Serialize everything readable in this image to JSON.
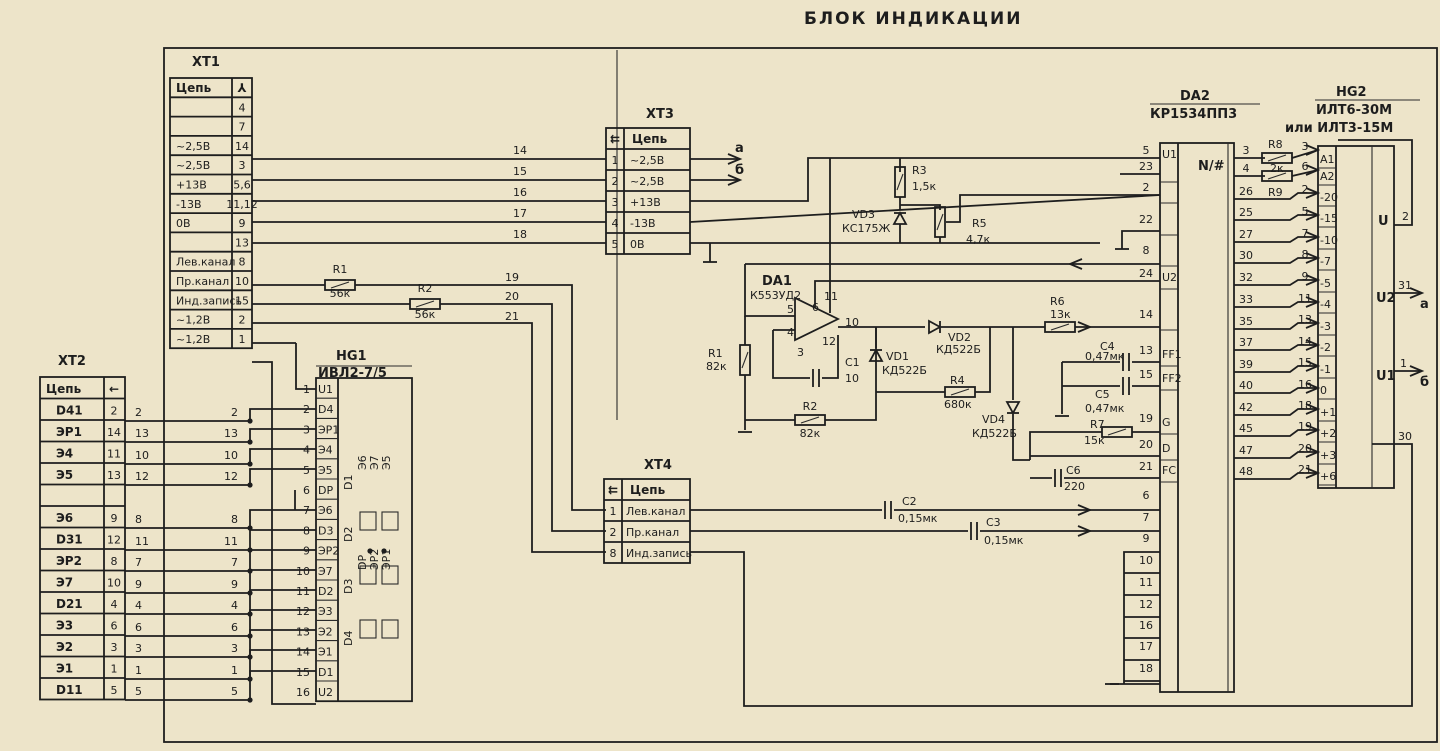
{
  "title": "БЛОК ИНДИКАЦИИ",
  "xt1": {
    "ref": "XT1",
    "header": [
      "Цепь",
      "⅄"
    ],
    "rows": [
      [
        "",
        "4"
      ],
      [
        "",
        "7"
      ],
      [
        "~2,5В",
        "14"
      ],
      [
        "~2,5В",
        "3"
      ],
      [
        "+13В",
        "5,6"
      ],
      [
        "-13В",
        "11,12"
      ],
      [
        "0В",
        "9"
      ],
      [
        "",
        "13"
      ],
      [
        "Лев.канал",
        "8"
      ],
      [
        "Пр.канал",
        "10"
      ],
      [
        "Инд.запись",
        "15"
      ],
      [
        "~1,2В",
        "2"
      ],
      [
        "~1,2В",
        "1"
      ]
    ]
  },
  "xt2": {
    "ref": "XT2",
    "header": [
      "Цепь",
      "←"
    ],
    "rows": [
      [
        "D41",
        "2"
      ],
      [
        "ЭР1",
        "14"
      ],
      [
        "Э4",
        "11"
      ],
      [
        "Э5",
        "13"
      ],
      [
        "",
        ""
      ],
      [
        "Э6",
        "9"
      ],
      [
        "D31",
        "12"
      ],
      [
        "ЭР2",
        "8"
      ],
      [
        "Э7",
        "10"
      ],
      [
        "D21",
        "4"
      ],
      [
        "Э3",
        "6"
      ],
      [
        "Э2",
        "3"
      ],
      [
        "Э1",
        "1"
      ],
      [
        "D11",
        "5"
      ]
    ]
  },
  "xt3": {
    "ref": "XT3",
    "header": [
      "⇇",
      "Цепь"
    ],
    "rows": [
      [
        "1",
        "~2,5В"
      ],
      [
        "2",
        "~2,5В"
      ],
      [
        "3",
        "+13В"
      ],
      [
        "4",
        "-13В"
      ],
      [
        "5",
        "0В"
      ]
    ],
    "outs": [
      "а",
      "б"
    ]
  },
  "xt4": {
    "ref": "XT4",
    "header": [
      "⇇",
      "Цепь"
    ],
    "rows": [
      [
        "1",
        "Лев.канал"
      ],
      [
        "2",
        "Пр.канал"
      ],
      [
        "8",
        "Инд.запись"
      ]
    ]
  },
  "hg1": {
    "ref": "HG1",
    "type": "ИВЛ2-7/5",
    "pins": [
      "U1",
      "D4",
      "ЭР1",
      "Э4",
      "Э5",
      "DP",
      "Э6",
      "D3",
      "ЭР2",
      "Э7",
      "D2",
      "Э3",
      "Э2",
      "Э1",
      "D1",
      "U2"
    ],
    "pin_numbers": [
      "1",
      "2",
      "3",
      "4",
      "5",
      "6",
      "7",
      "8",
      "9",
      "10",
      "11",
      "12",
      "13",
      "14",
      "15",
      "16"
    ],
    "digit_labels": [
      "D1",
      "D2",
      "D3",
      "D4",
      "Э6",
      "Э7",
      "Э5",
      "Э3",
      "Э4",
      "Э2",
      "Э1",
      "DP",
      "ЭР2",
      "ЭР1"
    ]
  },
  "wire_numbers_xt2": [
    "2",
    "13",
    "10",
    "12",
    "8",
    "11",
    "7",
    "9",
    "4",
    "6",
    "3",
    "1",
    "5"
  ],
  "wire_numbers_xt1": [
    "14",
    "15",
    "16",
    "17",
    "18",
    "19",
    "20",
    "21"
  ],
  "da2": {
    "ref": "DA2",
    "type": "КР1534ПП3",
    "func": "N/#",
    "left_pins": [
      {
        "num": "5",
        "label": "U1"
      },
      {
        "num": "23",
        "label": ""
      },
      {
        "num": "2",
        "label": ""
      },
      {
        "num": "22",
        "label": ""
      },
      {
        "num": "8",
        "label": ""
      },
      {
        "num": "24",
        "label": "U2"
      },
      {
        "num": "14",
        "label": ""
      },
      {
        "num": "13",
        "label": "FF1"
      },
      {
        "num": "15",
        "label": "FF2"
      },
      {
        "num": "19",
        "label": "G"
      },
      {
        "num": "20",
        "label": "D"
      },
      {
        "num": "21",
        "label": "FC"
      },
      {
        "num": "6",
        "label": ""
      },
      {
        "num": "7",
        "label": ""
      },
      {
        "num": "9",
        "label": ""
      },
      {
        "num": "10",
        "label": ""
      },
      {
        "num": "11",
        "label": ""
      },
      {
        "num": "12",
        "label": ""
      },
      {
        "num": "16",
        "label": ""
      },
      {
        "num": "17",
        "label": ""
      },
      {
        "num": "18",
        "label": ""
      }
    ],
    "right_pins": [
      "3",
      "4",
      "26",
      "25",
      "27",
      "30",
      "32",
      "33",
      "35",
      "37",
      "39",
      "40",
      "42",
      "45",
      "47",
      "48"
    ]
  },
  "hg2": {
    "ref": "HG2",
    "type": "ИЛТ6-30М",
    "alt": "или ИЛТ3-15М",
    "in_pins": [
      "3",
      "6",
      "2",
      "5",
      "7",
      "8",
      "9",
      "10",
      "11",
      "13",
      "14",
      "15",
      "16",
      "18",
      "19",
      "20",
      "21"
    ],
    "seg_labels": [
      "A1",
      "A2",
      "-20",
      "-15",
      "-10",
      "-7",
      "-5",
      "-4",
      "-3",
      "-2",
      "-1",
      "0",
      "+1",
      "+2",
      "+3",
      "+6"
    ],
    "right": {
      "u_pin": "2",
      "u2_pin": "31",
      "u1_pin": "1",
      "pin30": "30"
    },
    "right_labels": [
      "U",
      "U2",
      "U1"
    ],
    "outs": [
      "а",
      "б"
    ]
  },
  "da1": {
    "ref": "DA1",
    "type": "К553УД2",
    "pins": [
      "5",
      "4",
      "6",
      "11",
      "10",
      "3",
      "12"
    ]
  },
  "components": {
    "R1_left": {
      "ref": "R1",
      "value": "56к"
    },
    "R2_left": {
      "ref": "R2",
      "value": "56к"
    },
    "R3": {
      "ref": "R3",
      "value": "1,5к"
    },
    "R5": {
      "ref": "R5",
      "value": "4,7к"
    },
    "VD3": {
      "ref": "VD3",
      "value": "КС175Ж"
    },
    "R1": {
      "ref": "R1",
      "value": "82к"
    },
    "R2": {
      "ref": "R2",
      "value": "82к"
    },
    "C1": {
      "ref": "C1",
      "value": "10"
    },
    "VD1": {
      "ref": "VD1",
      "value": "КД522Б"
    },
    "VD2": {
      "ref": "VD2",
      "value": "КД522Б"
    },
    "VD4": {
      "ref": "VD4",
      "value": "КД522Б"
    },
    "R4": {
      "ref": "R4",
      "value": "680к"
    },
    "R6": {
      "ref": "R6",
      "value": "13к"
    },
    "R7": {
      "ref": "R7",
      "value": "15к"
    },
    "R8": {
      "ref": "R8",
      "value": "2к"
    },
    "R9": {
      "ref": "R9",
      "value": ""
    },
    "C2": {
      "ref": "C2",
      "value": "0,15мк"
    },
    "C3": {
      "ref": "C3",
      "value": "0,15мк"
    },
    "C4": {
      "ref": "C4",
      "value": "0,47мк"
    },
    "C5": {
      "ref": "C5",
      "value": "0,47мк"
    },
    "C6": {
      "ref": "C6",
      "value": "220"
    }
  }
}
